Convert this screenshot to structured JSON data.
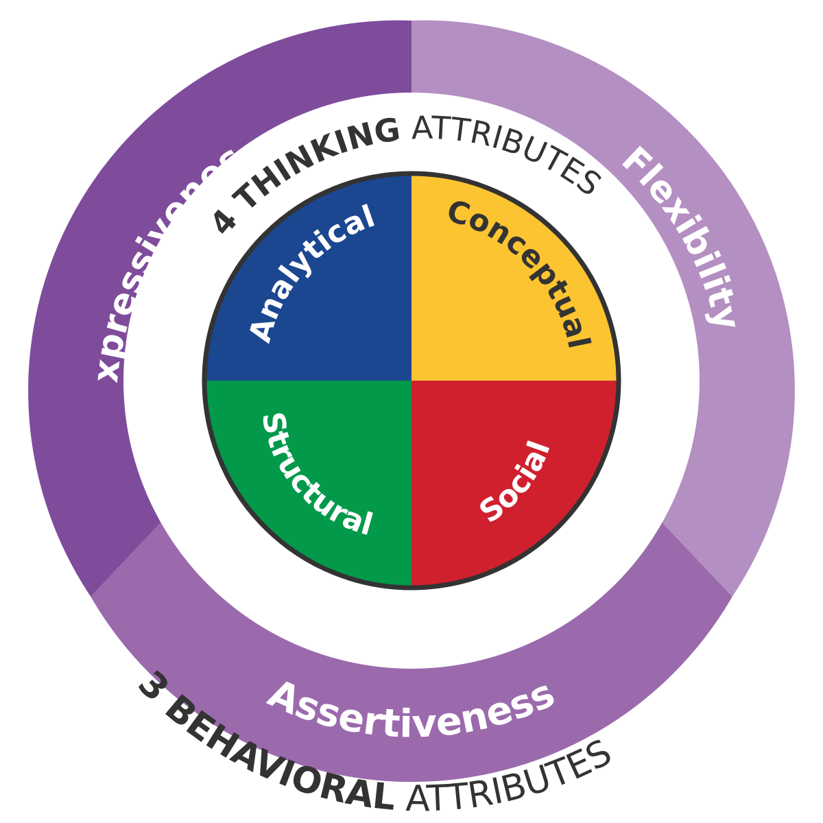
{
  "colors": {
    "expressiveness": "#7f4c9c",
    "flexibility": "#b48fc2",
    "assertiveness": "#9b6aad",
    "analytical": "#1b4690",
    "conceptual": "#fdc431",
    "structural": "#03994b",
    "social": "#d0202e",
    "outline": "#333333",
    "label_dark": "#333333",
    "label_light": "#ffffff"
  },
  "behavioral": {
    "expressiveness": "Expressiveness",
    "flexibility": "Flexibility",
    "assertiveness": "Assertiveness",
    "heading_bold": "3 BEHAVIORAL",
    "heading_light": " ATTRIBUTES"
  },
  "thinking": {
    "analytical": "Analytical",
    "conceptual": "Conceptual",
    "structural": "Structural",
    "social": "Social",
    "heading_bold": "4 THINKING",
    "heading_light": " ATTRIBUTES"
  }
}
